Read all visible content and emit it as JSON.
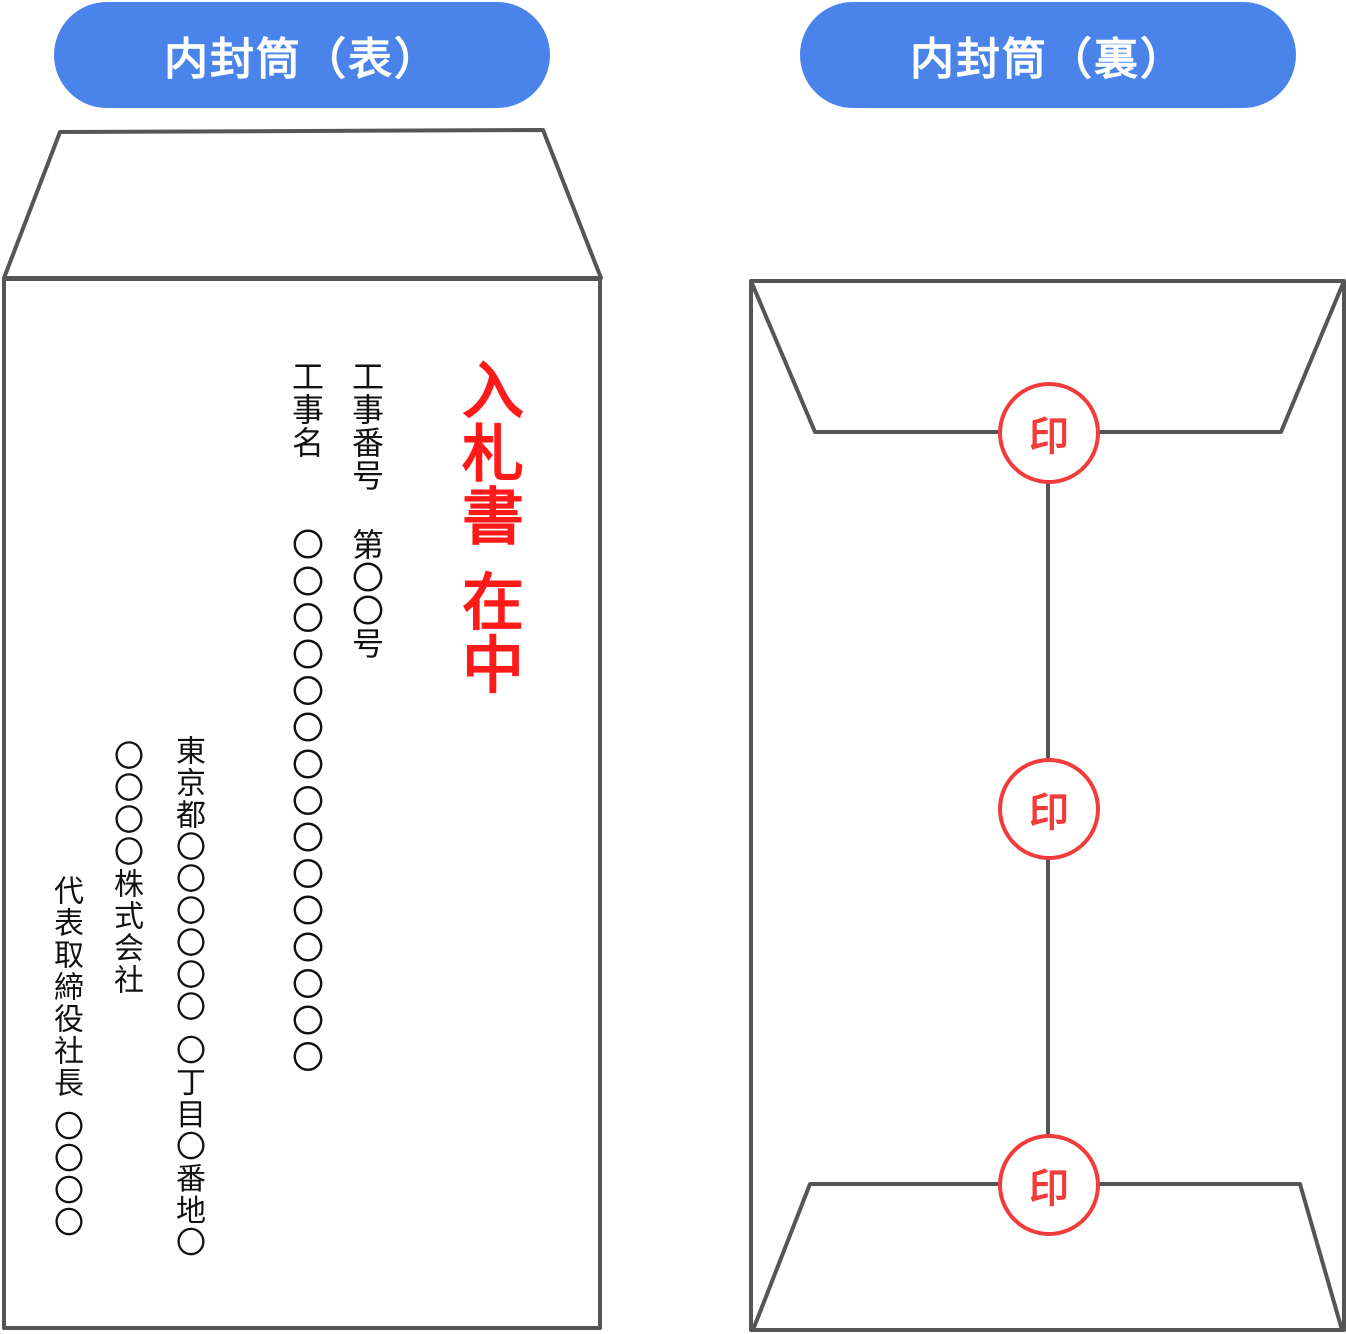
{
  "front": {
    "title": "内封筒（表）",
    "notice": "入札書 在中",
    "project_number_label": "工事番号",
    "project_number_value": "第〇〇号",
    "project_name_label": "工事名",
    "project_name_value": "〇〇〇〇〇〇〇〇〇〇〇〇〇〇〇",
    "address": "東京都〇〇〇〇〇〇 〇丁目〇番地〇",
    "company": "〇〇〇〇株式会社",
    "representative": "代表取締役社長 〇〇〇〇"
  },
  "back": {
    "title": "内封筒（裏）",
    "seal_label": "印"
  },
  "colors": {
    "accent": "#4a84ea",
    "notice": "#ff1a1a",
    "seal": "#f23b3b",
    "outline": "#555555"
  }
}
